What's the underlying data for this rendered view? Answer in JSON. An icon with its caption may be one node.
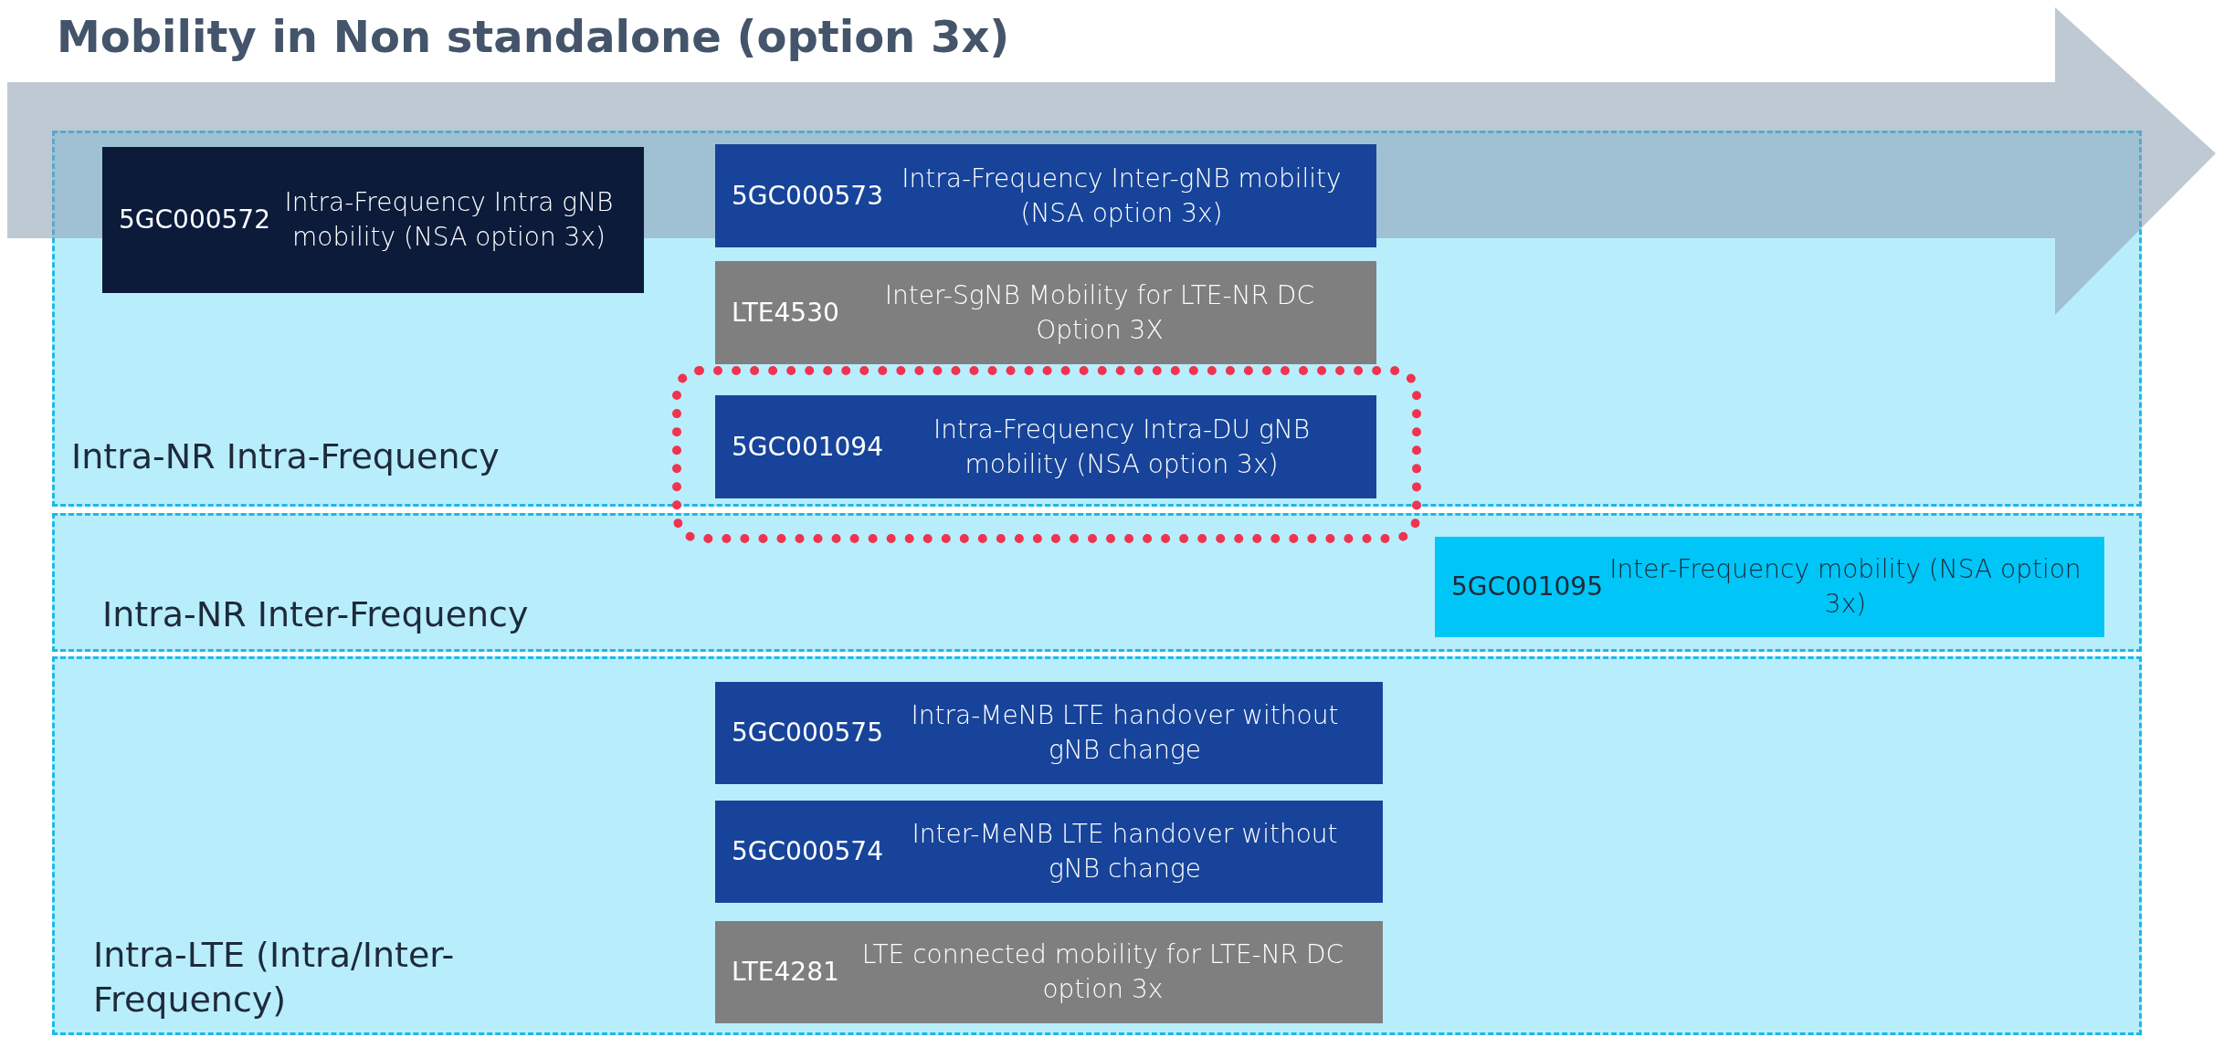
{
  "diagram": {
    "title": "Mobility in Non standalone (option 3x)",
    "nodes": [
      {
        "text": [
          "Intra-NR Intra-Frequency"
        ]
      },
      {
        "text": [
          "**5GC000572** Intra-Frequency Intra gNB mobility (NSA option 3x)"
        ],
        "in": 0
      },
      {
        "text": [
          "**5GC000573** Intra-Frequency Inter-gNB mobility (NSA option 3x)"
        ],
        "in": 0
      },
      {
        "text": [
          "**LTE4530** Inter-SgNB Mobility for LTE-NR DC Option 3X"
        ],
        "in": 0
      },
      {
        "text": [
          "**5GC001094** Intra-Frequency Intra-DU gNB mobility (NSA option 3x)"
        ],
        "in": 0
      },
      {
        "text": [
          "Intra-NR Inter-Frequency"
        ]
      },
      {
        "text": [
          "**5GC001095** Inter-Frequency mobility (NSA option 3x)"
        ],
        "in": 5
      },
      {
        "text": [
          "Intra-LTE (Intra/Inter-Frequency)"
        ]
      },
      {
        "text": [
          "**5GC000575** Intra-MeNB LTE handover without gNB change"
        ],
        "in": 7
      },
      {
        "text": [
          "**5GC000574** Inter-MeNB LTE handover without gNB change"
        ],
        "in": 7
      },
      {
        "text": [
          "**LTE4281** LTE connected mobility for LTE-NR DC option 3x"
        ],
        "in": 7
      }
    ],
    "edges": []
  }
}
